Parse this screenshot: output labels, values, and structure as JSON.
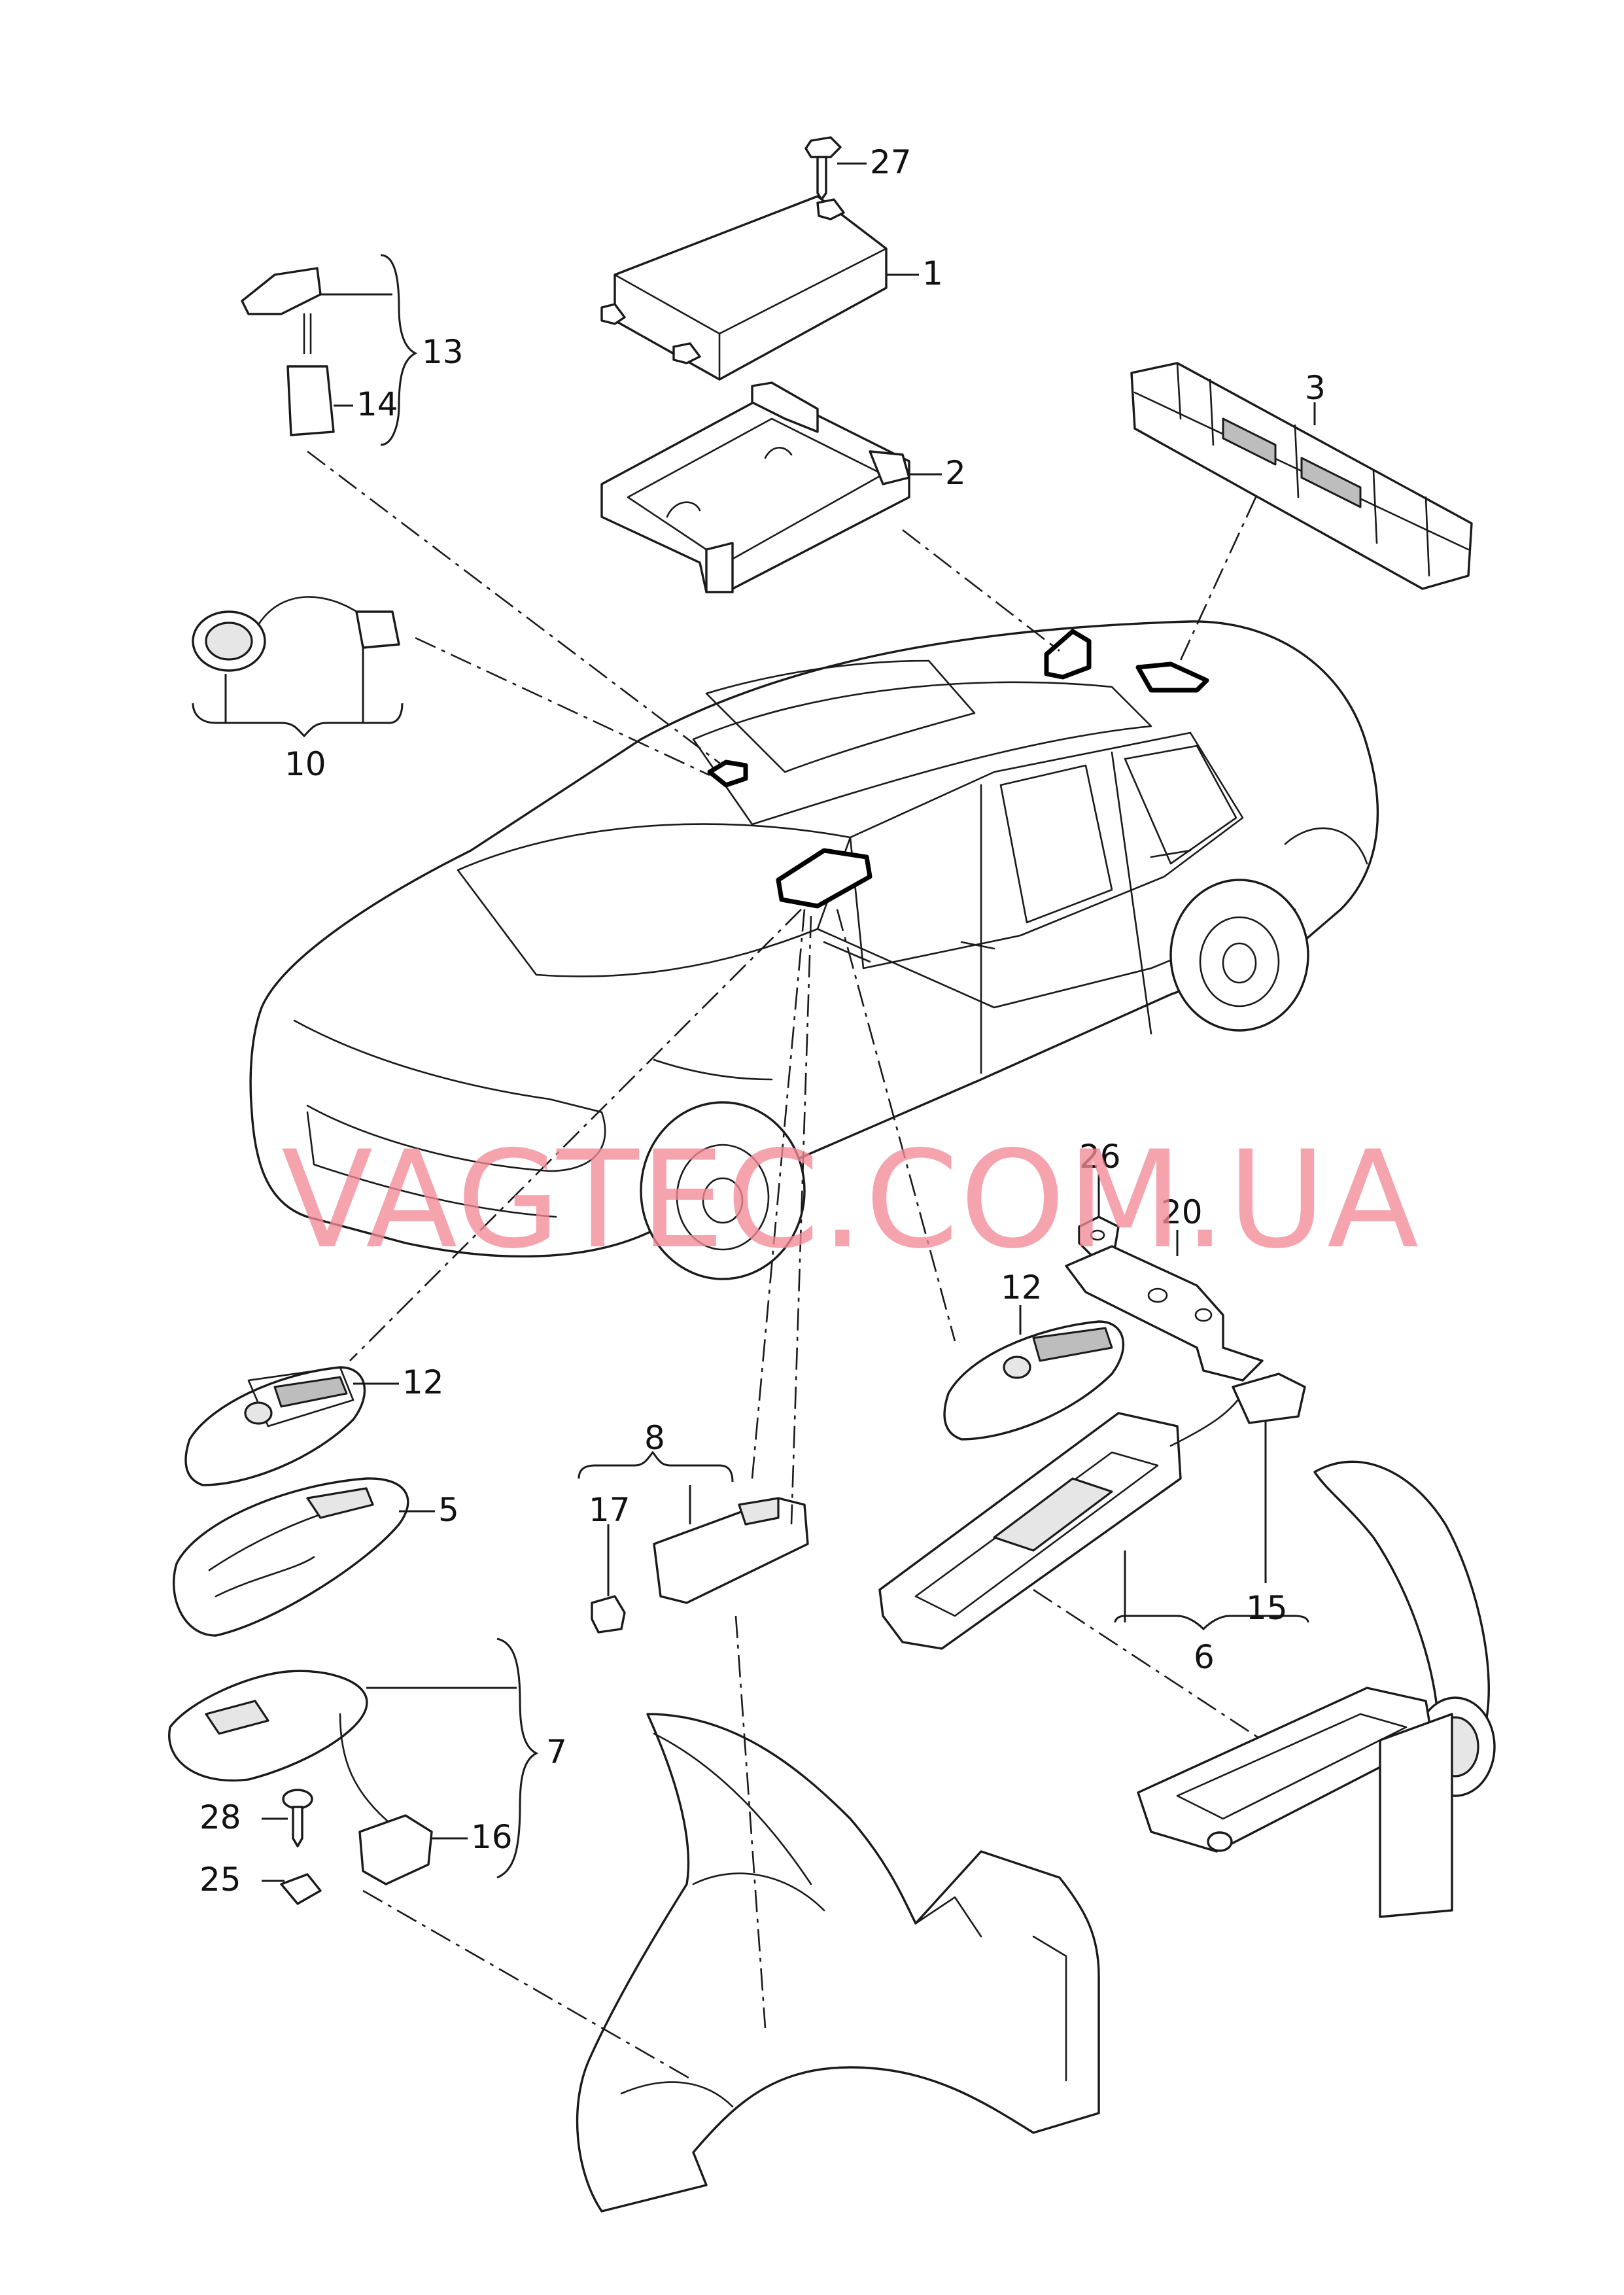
{
  "callouts": {
    "c1": "1",
    "c2": "2",
    "c3": "3",
    "c5": "5",
    "c6": "6",
    "c7": "7",
    "c8": "8",
    "c10": "10",
    "c12a": "12",
    "c12b": "12",
    "c13": "13",
    "c14": "14",
    "c15": "15",
    "c16": "16",
    "c17": "17",
    "c20": "20",
    "c25": "25",
    "c26": "26",
    "c27": "27",
    "c28": "28"
  },
  "watermark": "VAGTEC.COM.UA",
  "colors": {
    "line": "#1a1a1a",
    "watermark": "#f28a96",
    "background": "#ffffff"
  }
}
